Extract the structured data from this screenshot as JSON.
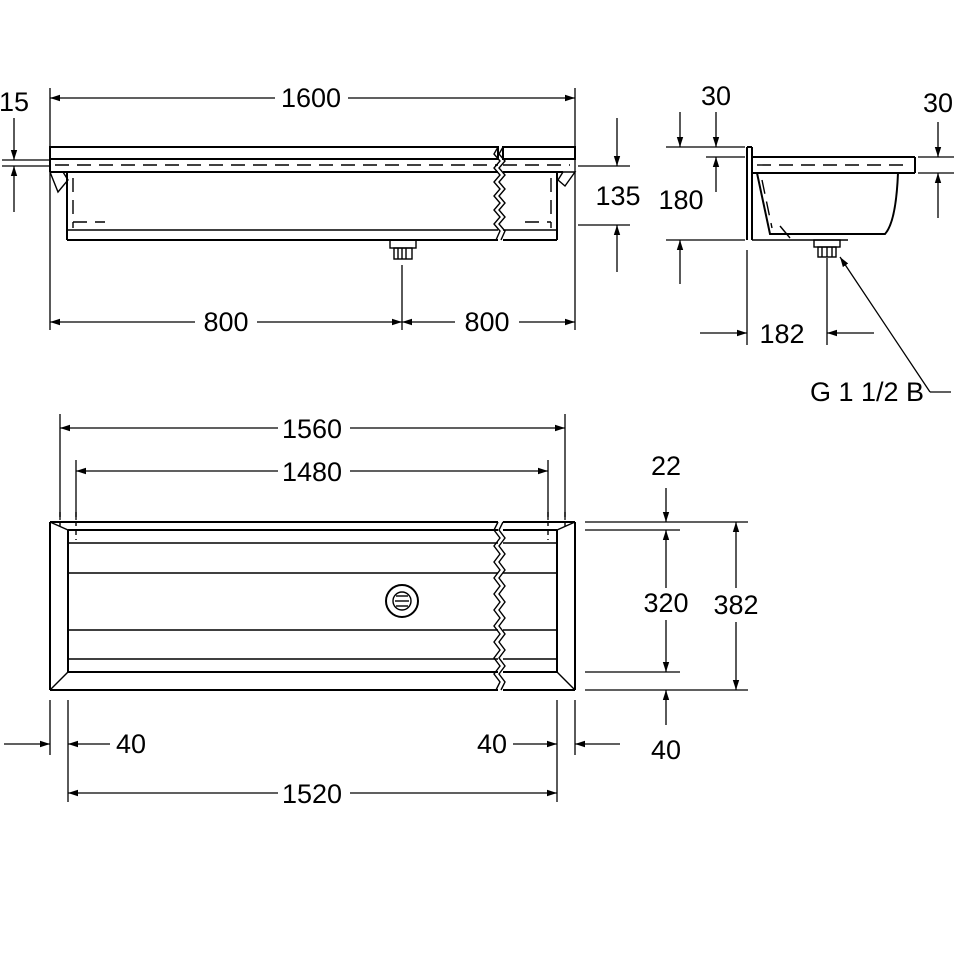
{
  "front_view": {
    "total_length": "1600",
    "rim_thickness": "15",
    "depth": "135",
    "half_left": "800",
    "half_right": "800"
  },
  "side_view": {
    "rim_left": "30",
    "rim_right": "30",
    "height": "180",
    "outlet_offset": "182",
    "outlet_thread": "G 1 1/2 B"
  },
  "top_view": {
    "outer_width": "1560",
    "inner_width": "1480",
    "inner_bottom": "1520",
    "margin_left": "40",
    "margin_right": "40",
    "back_rim": "22",
    "inner_depth": "320",
    "total_depth": "382",
    "front_rim": "40"
  },
  "colors": {
    "line": "#000000",
    "background": "#ffffff"
  }
}
